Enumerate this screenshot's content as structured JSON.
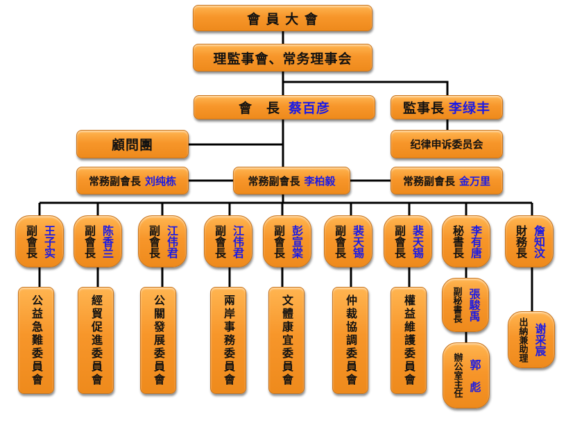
{
  "top": {
    "assembly": "會 員 大 會",
    "board": "理監事會、常务理事会"
  },
  "president": {
    "title": "會　長",
    "name": "蔡百彦"
  },
  "supervisor": {
    "title": "監事長",
    "name": "李绿丰"
  },
  "advisors": "顧問團",
  "discipline": "纪律申诉委员会",
  "exec_vps": [
    {
      "title": "常務副會長",
      "name": "刘纯栋"
    },
    {
      "title": "常務副會長",
      "name": "李柏毅"
    },
    {
      "title": "常務副會長",
      "name": "金万里"
    }
  ],
  "officers": [
    {
      "title": "副會長",
      "name": "王子实"
    },
    {
      "title": "副會長",
      "name": "陈香兰"
    },
    {
      "title": "副會長",
      "name": "江伟君"
    },
    {
      "title": "副會長",
      "name": "江伟君"
    },
    {
      "title": "副會長",
      "name": "彭宣棠"
    },
    {
      "title": "副會長",
      "name": "裴天锡"
    },
    {
      "title": "副會長",
      "name": "裴天锡"
    },
    {
      "title": "秘書長",
      "name": "李有唐"
    },
    {
      "title": "財務長",
      "name": "詹知汶"
    }
  ],
  "committees": [
    "公益急難委員會",
    "經貿促進委員會",
    "公關發展委員會",
    "兩岸事務委員會",
    "文體康宜委員會",
    "仲裁協調委員會",
    "權益維護委員會"
  ],
  "deputy_secretary": {
    "title": "副秘書長",
    "name": "張駿禹"
  },
  "office_director": {
    "title": "辦公室主任",
    "name": "郭　彪"
  },
  "cashier": {
    "title": "出納兼助理",
    "name": "谢采宸"
  }
}
